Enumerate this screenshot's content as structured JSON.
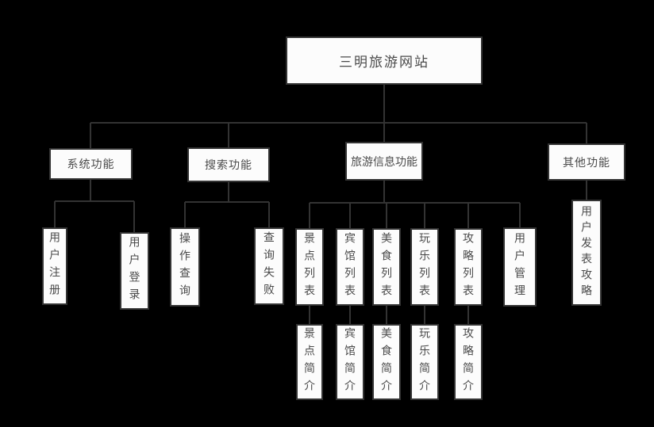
{
  "diagram": {
    "type": "tree",
    "title": "三明旅游网站",
    "colors": {
      "background": "#000000",
      "box_fill": "#fcfcfc",
      "box_border": "#333333",
      "connector_line": "#333333",
      "text": "#4a4a4a"
    },
    "root": "三明旅游网站",
    "level2": [
      "系统功能",
      "搜索功能",
      "旅游信息功能",
      "其他功能"
    ],
    "level3": [
      "用户注册",
      "用户登录",
      "操作查询",
      "查询失败",
      "景点列表",
      "宾馆列表",
      "美食列表",
      "玩乐列表",
      "攻略列表",
      "用户管理",
      "用户发表攻略"
    ],
    "level4": [
      "景点简介",
      "宾馆简介",
      "美食简介",
      "玩乐简介",
      "攻略简介"
    ],
    "tree": {
      "三明旅游网站": {
        "系统功能": [
          "用户注册",
          "用户登录"
        ],
        "搜索功能": [
          "操作查询",
          "查询失败"
        ],
        "旅游信息功能": {
          "景点列表": [
            "景点简介"
          ],
          "宾馆列表": [
            "宾馆简介"
          ],
          "美食列表": [
            "美食简介"
          ],
          "玩乐列表": [
            "玩乐简介"
          ],
          "攻略列表": [
            "攻略简介"
          ],
          "用户管理": []
        },
        "其他功能": [
          "用户发表攻略"
        ]
      }
    }
  }
}
